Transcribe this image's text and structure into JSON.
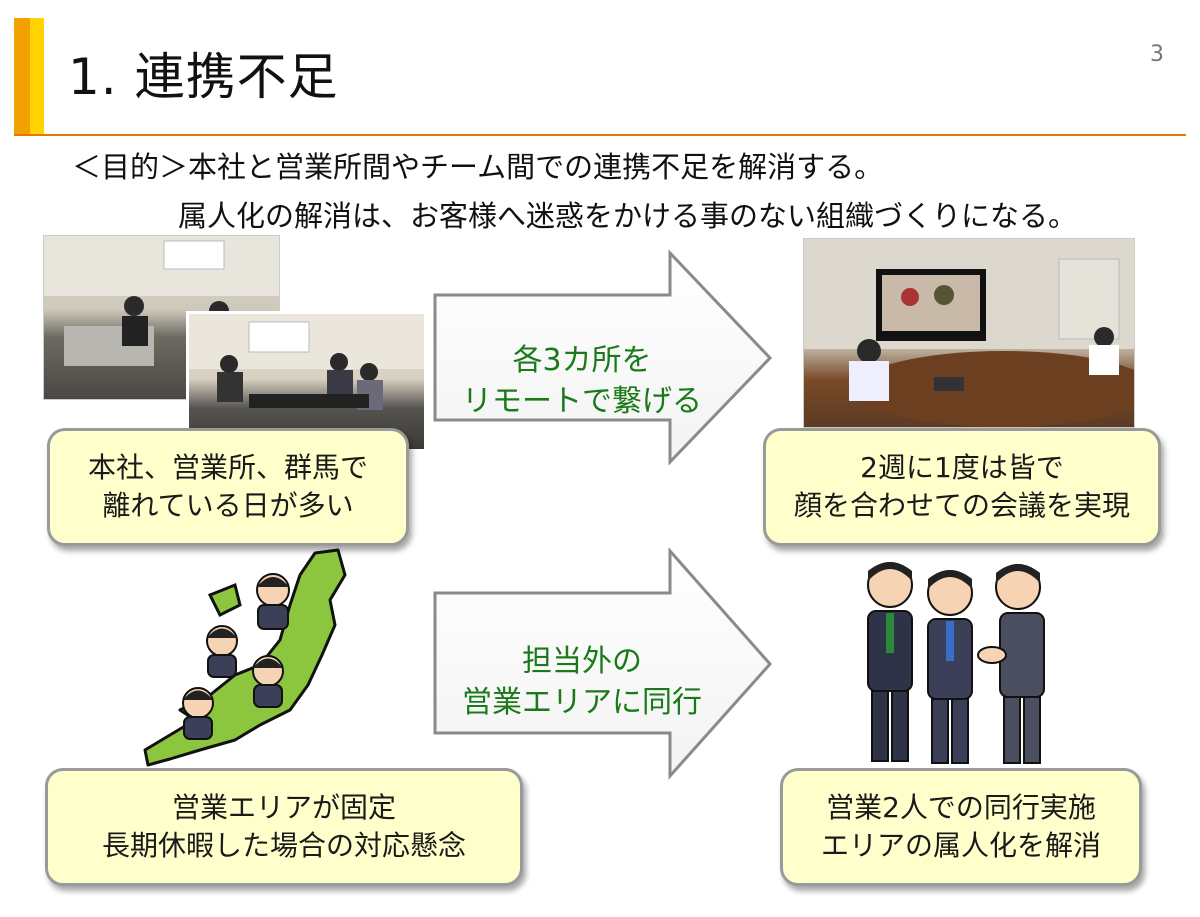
{
  "slide": {
    "title": "1. 連携不足",
    "page_number": "3",
    "purpose_line1": "＜目的＞本社と営業所間やチーム間での連携不足を解消する。",
    "purpose_line2": "属人化の解消は、お客様へ迷惑をかける事のない組織づくりになる。"
  },
  "top_row": {
    "left_box": [
      "本社、営業所、群馬で",
      "離れている日が多い"
    ],
    "arrow": [
      "各3カ所を",
      "リモートで繋げる"
    ],
    "right_box": [
      "2週に1度は皆で",
      "顔を合わせての会議を実現"
    ]
  },
  "bottom_row": {
    "left_box": [
      "営業エリアが固定",
      "長期休暇した場合の対応懸念"
    ],
    "arrow": [
      "担当外の",
      "営業エリアに同行"
    ],
    "right_box": [
      "営業2人での同行実施",
      "エリアの属人化を解消"
    ]
  },
  "colors": {
    "accent_orange": "#f2a100",
    "accent_yellow": "#ffd400",
    "rule": "#e07b00",
    "callout_fill": "#ffffcc",
    "arrow_text": "#1a7a1a",
    "map_green": "#8cc63f"
  }
}
